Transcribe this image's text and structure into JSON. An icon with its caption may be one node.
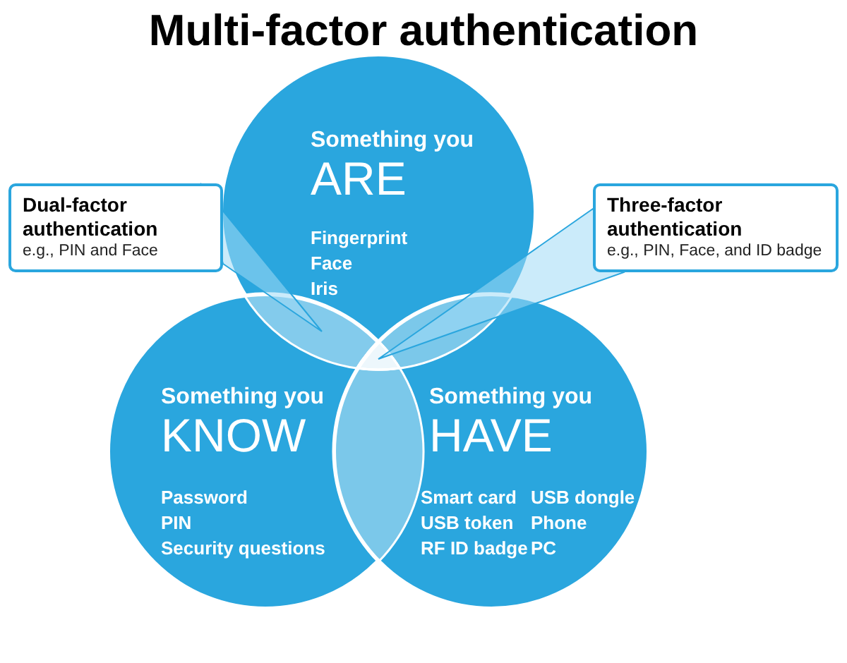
{
  "diagram": {
    "title": "Multi-factor authentication",
    "nodes": [
      {
        "text": [
          "Something you ARE",
          "Fingerprint",
          "Face",
          "Iris"
        ]
      },
      {
        "text": [
          "Something you KNOW",
          "Password",
          "PIN",
          "Security questions"
        ]
      },
      {
        "text": [
          "Something you HAVE",
          "Smart card",
          "USB dongle",
          "USB token",
          "Phone",
          "RF ID badge",
          "PC"
        ]
      },
      {
        "text": [
          "Dual-factor authentication",
          "e.g., PIN and Face"
        ]
      },
      {
        "text": [
          "Three-factor authentication",
          "e.g., PIN, Face, and ID badge"
        ]
      },
      {
        "text": [],
        "shape": "lens"
      },
      {
        "text": [],
        "shape": "triangle"
      }
    ],
    "edges": [
      {
        "from": 3,
        "to": 5,
        "arrow": "none"
      },
      {
        "from": 4,
        "to": 6,
        "arrow": "none"
      }
    ]
  }
}
